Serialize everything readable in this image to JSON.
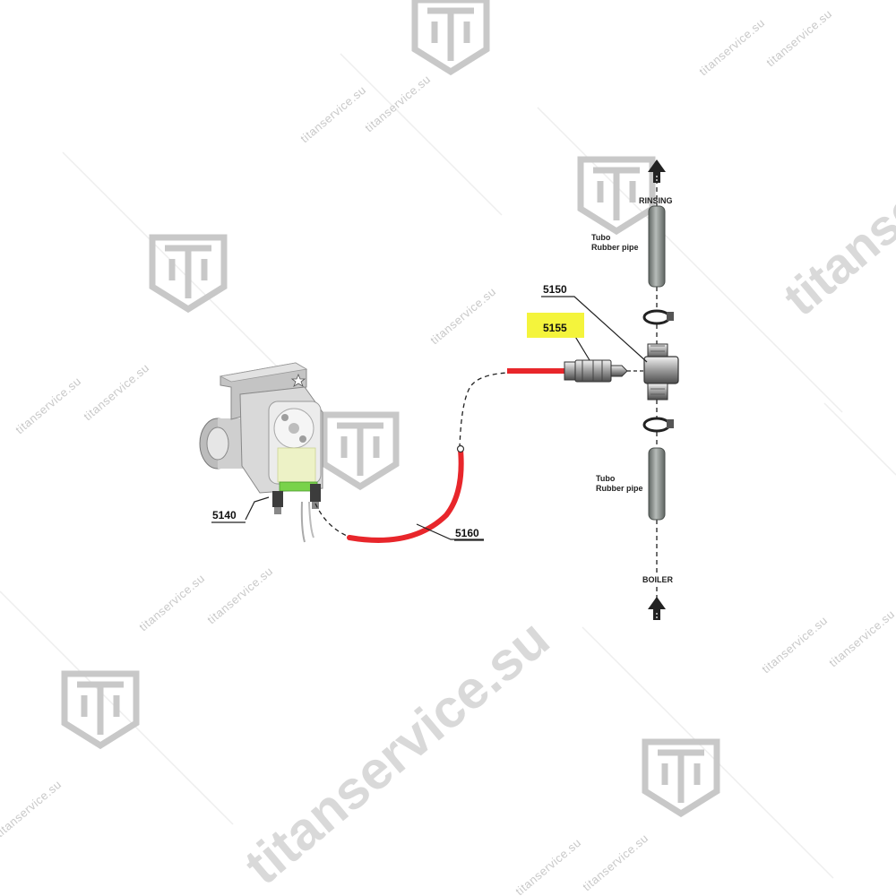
{
  "watermark": {
    "site": "titanservice.su",
    "logo_color": "#c8c8c8"
  },
  "parts": {
    "pump": "5140",
    "tee": "5150",
    "injector": "5155",
    "hose": "5160"
  },
  "labels": {
    "rinsing": "RINSING",
    "boiler": "BOILER",
    "tubo_top": "Tubo",
    "rubber_top": "Rubber pipe",
    "tubo_bottom": "Tubo",
    "rubber_bottom": "Rubber pipe"
  },
  "colors": {
    "hose": "#e8262b",
    "highlight": "#f4f43c",
    "pipe": "#8a8f8c",
    "pump_body": "#d6d6d6"
  }
}
